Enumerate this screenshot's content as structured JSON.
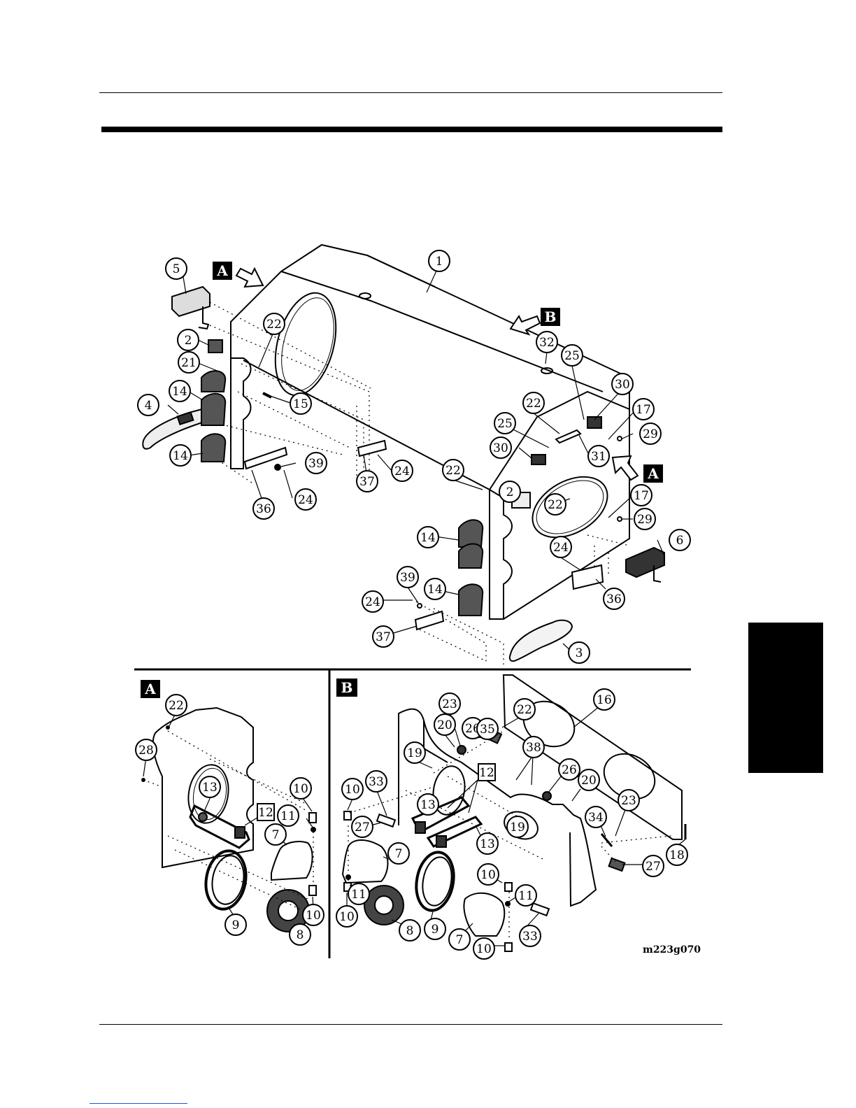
{
  "drawing_number": "m223g070",
  "view_tags": {
    "a": "A",
    "b": "B"
  },
  "callouts": {
    "main": [
      "1",
      "2",
      "2",
      "3",
      "4",
      "5",
      "6",
      "14",
      "14",
      "14",
      "14",
      "15",
      "17",
      "17",
      "21",
      "22",
      "22",
      "22",
      "22",
      "24",
      "24",
      "24",
      "24",
      "25",
      "25",
      "29",
      "29",
      "30",
      "30",
      "31",
      "32",
      "36",
      "36",
      "37",
      "37",
      "39",
      "39"
    ],
    "view_a": [
      "7",
      "8",
      "9",
      "10",
      "10",
      "11",
      "13",
      "22",
      "28"
    ],
    "view_b": [
      "7",
      "7",
      "8",
      "9",
      "10",
      "10",
      "10",
      "10",
      "11",
      "11",
      "13",
      "13",
      "16",
      "18",
      "19",
      "19",
      "20",
      "20",
      "22",
      "23",
      "23",
      "26",
      "26",
      "27",
      "27",
      "33",
      "33",
      "34",
      "35",
      "38"
    ],
    "boxed": [
      "12",
      "12"
    ]
  },
  "colors": {
    "ink": "#000000",
    "paper": "#ffffff"
  }
}
